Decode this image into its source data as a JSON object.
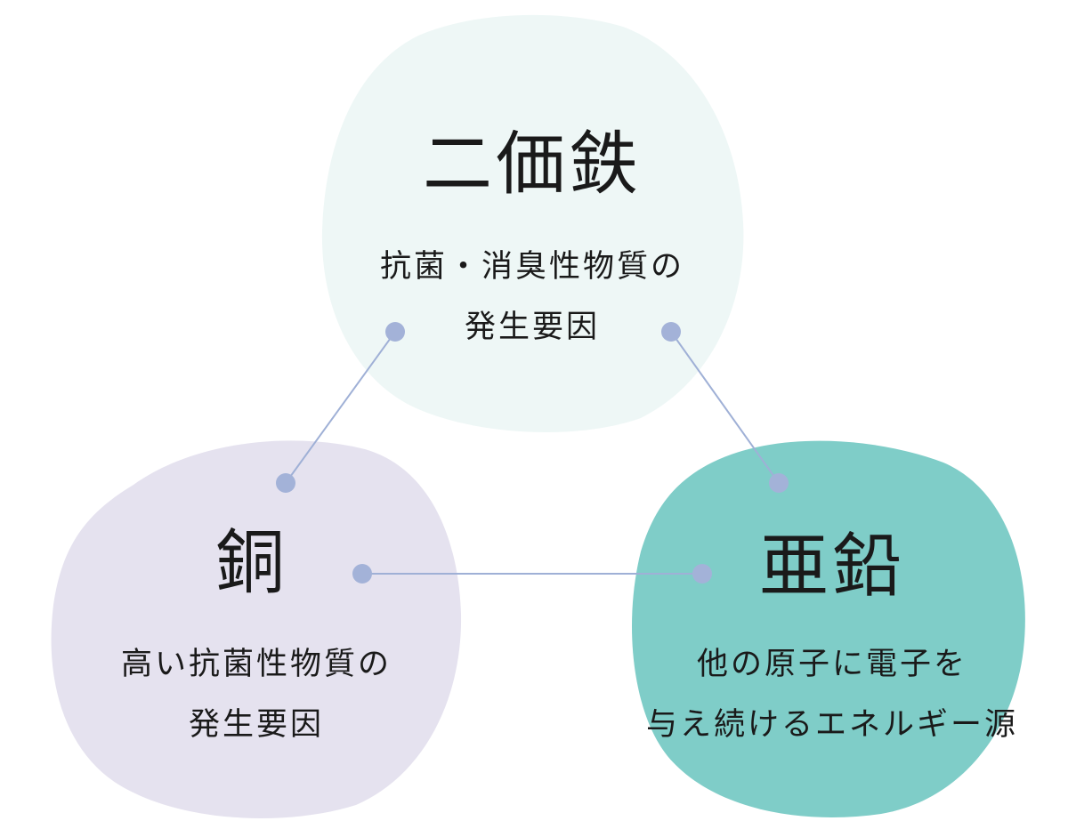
{
  "colors": {
    "top_blob": "#eef7f6",
    "left_blob": "#e5e2ef",
    "right_blob": "#7fcdc8",
    "connector": "#9fb0d6",
    "dot": "#a3b2d8"
  },
  "nodes": {
    "top": {
      "title": "二価鉄",
      "lines": [
        "抗菌・消臭性物質の",
        "発生要因"
      ]
    },
    "left": {
      "title": "銅",
      "lines": [
        "高い抗菌性物質の",
        "発生要因"
      ]
    },
    "right": {
      "title": "亜鉛",
      "lines": [
        "他の原子に電子を",
        "与え続けるエネルギー源"
      ]
    }
  }
}
